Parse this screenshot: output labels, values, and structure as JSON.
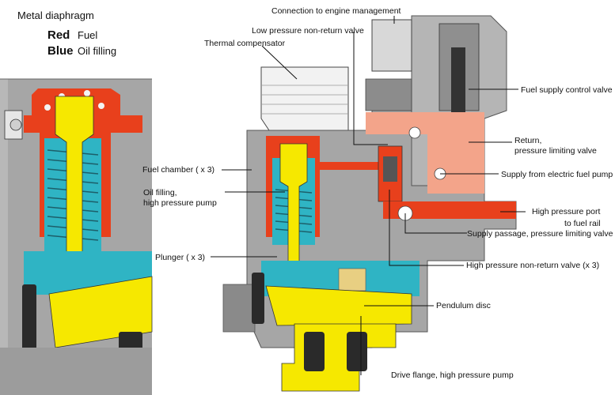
{
  "legend": {
    "title": "Metal diaphragm",
    "items": [
      {
        "key": "Red",
        "value": "Fuel",
        "color": "#e8401c"
      },
      {
        "key": "Blue",
        "value": "Oil filling",
        "color": "#2fb4c4"
      }
    ]
  },
  "labels": {
    "connection_engine_mgmt": "Connection to engine management",
    "low_pressure_nrv": "Low pressure non-return valve",
    "thermal_compensator": "Thermal compensator",
    "fuel_supply_control_valve": "Fuel supply control valve",
    "return_line1": "Return,",
    "return_line2": "pressure limiting valve",
    "supply_from_electric_pump": "Supply from electric fuel pump",
    "fuel_chamber": "Fuel chamber ( x 3)",
    "oil_filling_line1": "Oil filling,",
    "oil_filling_line2": "high pressure pump",
    "high_pressure_port_line1": "High pressure port",
    "high_pressure_port_line2": "to fuel rail",
    "supply_passage": "Supply passage, pressure limiting valve",
    "plunger": "Plunger ( x 3)",
    "high_pressure_nrv": "High pressure non-return valve (x 3)",
    "pendulum_disc": "Pendulum disc",
    "drive_flange": "Drive flange, high pressure pump"
  },
  "colors": {
    "fuel_red": "#e8401c",
    "fuel_light": "#f3a48a",
    "oil_blue": "#2fb4c4",
    "plunger_yellow": "#f6e800",
    "housing_gray": "#a6a6a6",
    "housing_dark": "#8a8a8a",
    "white_part": "#f4f4f4",
    "black": "#1a1a1a"
  }
}
